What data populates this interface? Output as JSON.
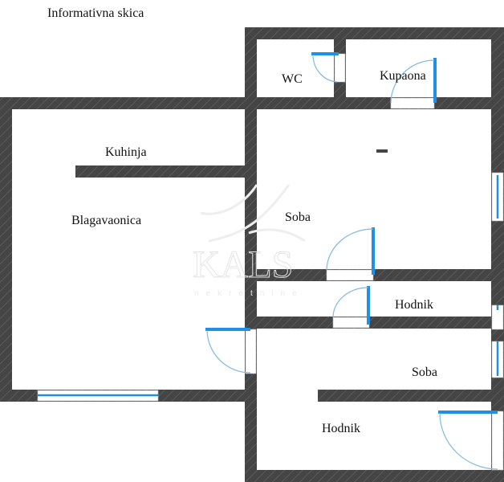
{
  "title": "Informativna skica",
  "rooms": {
    "wc": "WC",
    "kupaona": "Kupaona",
    "kuhinja": "Kuhinja",
    "blagavaonica": "Blagavaonica",
    "soba1": "Soba",
    "hodnik1": "Hodnik",
    "soba2": "Soba",
    "hodnik2": "Hodnik"
  },
  "watermark": {
    "brand": "KALS",
    "tagline": "nekretnine"
  },
  "colors": {
    "wall": "#454545",
    "door": "#1e90e6",
    "swing": "#7fb8e0"
  }
}
